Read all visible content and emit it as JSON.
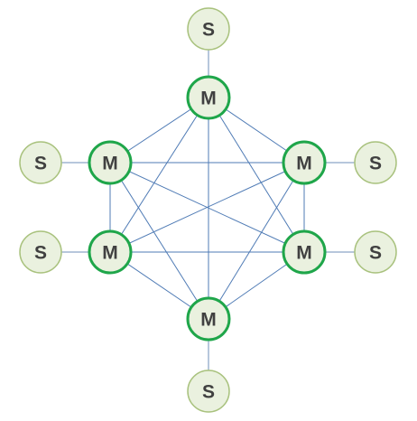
{
  "masters": [
    {
      "id": "m-top",
      "label": "M"
    },
    {
      "id": "m-upper-left",
      "label": "M"
    },
    {
      "id": "m-upper-right",
      "label": "M"
    },
    {
      "id": "m-lower-left",
      "label": "M"
    },
    {
      "id": "m-lower-right",
      "label": "M"
    },
    {
      "id": "m-bottom",
      "label": "M"
    }
  ],
  "slaves": [
    {
      "id": "s-top",
      "label": "S",
      "master": "m-top"
    },
    {
      "id": "s-left-upper",
      "label": "S",
      "master": "m-upper-left"
    },
    {
      "id": "s-right-upper",
      "label": "S",
      "master": "m-upper-right"
    },
    {
      "id": "s-left-lower",
      "label": "S",
      "master": "m-lower-left"
    },
    {
      "id": "s-right-lower",
      "label": "S",
      "master": "m-lower-right"
    },
    {
      "id": "s-bottom",
      "label": "S",
      "master": "m-bottom"
    }
  ],
  "colors": {
    "master_stroke": "#1fa64a",
    "slave_stroke": "#a9c27e",
    "node_fill": "#eaf1df",
    "edge": "#4f7bb5",
    "label": "#404040"
  }
}
